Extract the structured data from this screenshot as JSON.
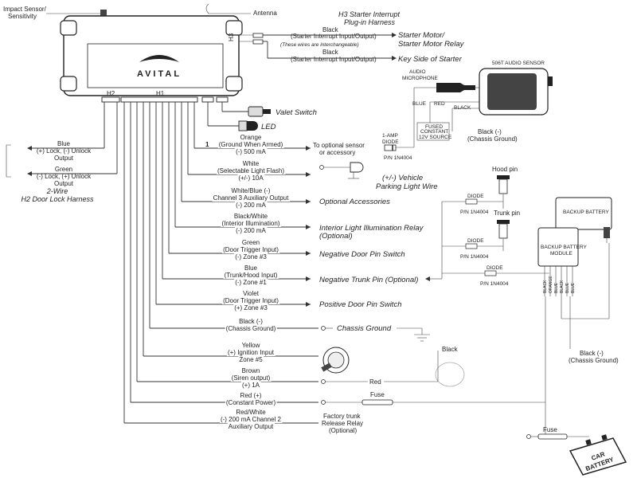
{
  "header": {
    "impact_sensor": "Impact Sensor/",
    "sensitivity": "Sensitivity",
    "antenna": "Antenna"
  },
  "module": {
    "brand": "AVITAL",
    "h2": "H2",
    "h1": "H1",
    "h3": "H3"
  },
  "h3_harness": {
    "title1": "H3 Starter Interrupt",
    "title2": "Plug-in Harness",
    "black1_color": "Black",
    "black1_desc": "(Starter Interrupt Input/Output)",
    "interchangeable": "(These wires are interchangeable)",
    "black2_color": "Black",
    "black2_desc": "(Starter Interrupt Input/Output)",
    "dest1a": "Starter Motor/",
    "dest1b": "Starter Motor Relay",
    "dest2": "Key Side of Starter"
  },
  "valet": "Valet Switch",
  "led": "LED",
  "audio": {
    "sensor_label": "506T AUDIO SENSOR",
    "mic1": "AUDIO",
    "mic2": "MICROPHONE",
    "blue": "BLUE",
    "red": "RED",
    "black": "BLACK",
    "fused1": "FUSED",
    "fused2": "CONSTANT",
    "fused3": "12V SOURCE",
    "diode1": "1-AMP",
    "diode2": "DIODE",
    "pn": "P/N 1N4004",
    "ground1": "Black (-)",
    "ground2": "(Chassis Ground)",
    "optional1": "To optional sensor",
    "optional2": "or accessory"
  },
  "h2_harness": {
    "blue1": "Blue",
    "blue2": "(+) Lock, (-) Unlock",
    "blue3": "Output",
    "green1": "Green",
    "green2": "(-) Lock, (+) Unlock",
    "green3": "Output",
    "title1": "2-Wire",
    "title2": "H2 Door Lock Harness"
  },
  "h1_wires": [
    {
      "num": "1",
      "l1": "Orange",
      "l2": "(Ground When Armed)",
      "l3": "(-) 500 mA"
    },
    {
      "l1": "White",
      "l2": "(Selectable Light Flash)",
      "l3": "(+/-) 10A"
    },
    {
      "l1": "White/Blue (-)",
      "l2": "Channel 3 Auxiliary Output",
      "l3": "(-) 200 mA"
    },
    {
      "l1": "Black/White",
      "l2": "(Interior Illumination)",
      "l3": "(-) 200 mA"
    },
    {
      "l1": "Green",
      "l2": "(Door Trigger Input)",
      "l3": "(-) Zone #3"
    },
    {
      "l1": "Blue",
      "l2": "(Trunk/Hood Input)",
      "l3": "(-) Zone #1"
    },
    {
      "l1": "Violet",
      "l2": "(Door Trigger Input)",
      "l3": "(+) Zone #3"
    },
    {
      "l1": "Black (-)",
      "l2": "(Chassis Ground)",
      "l3": ""
    },
    {
      "l1": "Yellow",
      "l2": "(+) Ignition Input",
      "l3": "Zone #5"
    },
    {
      "l1": "Brown",
      "l2": "(Siren output)",
      "l3": "(+) 1A"
    },
    {
      "l1": "Red (+)",
      "l2": "(Constant Power)",
      "l3": ""
    },
    {
      "l1": "Red/White",
      "l2": "(-) 200 mA Channel 2",
      "l3": "Auxiliary Output"
    }
  ],
  "destinations": {
    "parking1": "(+/-) Vehicle",
    "parking2": "Parking Light Wire",
    "optional_acc": "Optional Accessories",
    "interior1": "Interior Light Illumination Relay",
    "interior2": "(Optional)",
    "neg_door": "Negative Door Pin Switch",
    "neg_trunk": "Negative Trunk Pin (Optional)",
    "pos_door": "Positive Door Pin Switch",
    "chassis": "Chassis Ground",
    "factory1": "Factory trunk",
    "factory2": "Release Relay",
    "factory3": "(Optional)"
  },
  "right_side": {
    "hood_pin": "Hood pin",
    "trunk_pin": "Trunk pin",
    "diode": "DIODE",
    "pn": "P/N 1N4004",
    "backup_battery": "BACKUP BATTERY",
    "backup_module1": "BACKUP BATTERY",
    "backup_module2": "MODULE",
    "module_wires": [
      "BLACK",
      "ORANGE",
      "BLUE",
      "BLACK",
      "BLUE",
      "BLUE"
    ],
    "black_label": "Black",
    "red_label": "Red",
    "fuse": "Fuse",
    "ground1": "Black (-)",
    "ground2": "(Chassis Ground)",
    "battery1": "CAR",
    "battery2": "BATTERY"
  }
}
